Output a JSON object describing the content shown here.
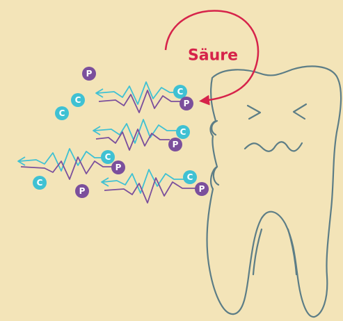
{
  "acid_label": "Säure",
  "ion_c_label": "C",
  "ion_p_label": "P",
  "colors": {
    "background": "#f3e4b8",
    "acid": "#d6234a",
    "calcium": "#3fc1d3",
    "phosphate": "#7b4f9c",
    "tooth_outline": "#5c7d86"
  }
}
